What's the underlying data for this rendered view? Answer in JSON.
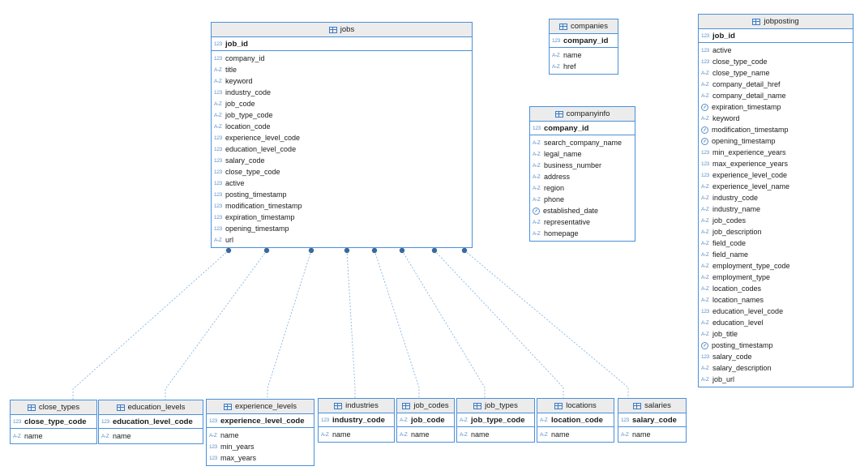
{
  "tables": [
    {
      "id": "jobs",
      "name": "jobs",
      "pk": {
        "type": "123",
        "name": "job_id"
      },
      "columns": [
        {
          "type": "123",
          "name": "company_id"
        },
        {
          "type": "A-Z",
          "name": "title"
        },
        {
          "type": "A-Z",
          "name": "keyword"
        },
        {
          "type": "123",
          "name": "industry_code"
        },
        {
          "type": "A-Z",
          "name": "job_code"
        },
        {
          "type": "A-Z",
          "name": "job_type_code"
        },
        {
          "type": "A-Z",
          "name": "location_code"
        },
        {
          "type": "123",
          "name": "experience_level_code"
        },
        {
          "type": "123",
          "name": "education_level_code"
        },
        {
          "type": "123",
          "name": "salary_code"
        },
        {
          "type": "123",
          "name": "close_type_code"
        },
        {
          "type": "123",
          "name": "active"
        },
        {
          "type": "123",
          "name": "posting_timestamp"
        },
        {
          "type": "123",
          "name": "modification_timestamp"
        },
        {
          "type": "123",
          "name": "expiration_timestamp"
        },
        {
          "type": "123",
          "name": "opening_timestamp"
        },
        {
          "type": "A-Z",
          "name": "url"
        }
      ]
    },
    {
      "id": "companies",
      "name": "companies",
      "pk": {
        "type": "123",
        "name": "company_id"
      },
      "columns": [
        {
          "type": "A-Z",
          "name": "name"
        },
        {
          "type": "A-Z",
          "name": "href"
        }
      ]
    },
    {
      "id": "companyinfo",
      "name": "companyinfo",
      "pk": {
        "type": "123",
        "name": "company_id"
      },
      "columns": [
        {
          "type": "A-Z",
          "name": "search_company_name"
        },
        {
          "type": "A-Z",
          "name": "legal_name"
        },
        {
          "type": "A-Z",
          "name": "business_number"
        },
        {
          "type": "A-Z",
          "name": "address"
        },
        {
          "type": "A-Z",
          "name": "region"
        },
        {
          "type": "A-Z",
          "name": "phone"
        },
        {
          "type": "clock",
          "name": "established_date"
        },
        {
          "type": "A-Z",
          "name": "representative"
        },
        {
          "type": "A-Z",
          "name": "homepage"
        }
      ]
    },
    {
      "id": "jobposting",
      "name": "jobposting",
      "pk": {
        "type": "123",
        "name": "job_id"
      },
      "columns": [
        {
          "type": "123",
          "name": "active"
        },
        {
          "type": "123",
          "name": "close_type_code"
        },
        {
          "type": "A-Z",
          "name": "close_type_name"
        },
        {
          "type": "A-Z",
          "name": "company_detail_href"
        },
        {
          "type": "A-Z",
          "name": "company_detail_name"
        },
        {
          "type": "clock",
          "name": "expiration_timestamp"
        },
        {
          "type": "A-Z",
          "name": "keyword"
        },
        {
          "type": "clock",
          "name": "modification_timestamp"
        },
        {
          "type": "clock",
          "name": "opening_timestamp"
        },
        {
          "type": "123",
          "name": "min_experience_years"
        },
        {
          "type": "123",
          "name": "max_experience_years"
        },
        {
          "type": "123",
          "name": "experience_level_code"
        },
        {
          "type": "A-Z",
          "name": "experience_level_name"
        },
        {
          "type": "A-Z",
          "name": "industry_code"
        },
        {
          "type": "A-Z",
          "name": "industry_name"
        },
        {
          "type": "A-Z",
          "name": "job_codes"
        },
        {
          "type": "A-Z",
          "name": "job_description"
        },
        {
          "type": "A-Z",
          "name": "field_code"
        },
        {
          "type": "A-Z",
          "name": "field_name"
        },
        {
          "type": "A-Z",
          "name": "employment_type_code"
        },
        {
          "type": "A-Z",
          "name": "employment_type"
        },
        {
          "type": "A-Z",
          "name": "location_codes"
        },
        {
          "type": "A-Z",
          "name": "location_names"
        },
        {
          "type": "123",
          "name": "education_level_code"
        },
        {
          "type": "A-Z",
          "name": "education_level"
        },
        {
          "type": "A-Z",
          "name": "job_title"
        },
        {
          "type": "clock",
          "name": "posting_timestamp"
        },
        {
          "type": "123",
          "name": "salary_code"
        },
        {
          "type": "A-Z",
          "name": "salary_description"
        },
        {
          "type": "A-Z",
          "name": "job_url"
        }
      ]
    },
    {
      "id": "close_types",
      "name": "close_types",
      "pk": {
        "type": "123",
        "name": "close_type_code"
      },
      "columns": [
        {
          "type": "A-Z",
          "name": "name"
        }
      ]
    },
    {
      "id": "education_levels",
      "name": "education_levels",
      "pk": {
        "type": "123",
        "name": "education_level_code"
      },
      "columns": [
        {
          "type": "A-Z",
          "name": "name"
        }
      ]
    },
    {
      "id": "experience_levels",
      "name": "experience_levels",
      "pk": {
        "type": "123",
        "name": "experience_level_code"
      },
      "columns": [
        {
          "type": "A-Z",
          "name": "name"
        },
        {
          "type": "123",
          "name": "min_years"
        },
        {
          "type": "123",
          "name": "max_years"
        }
      ]
    },
    {
      "id": "industries",
      "name": "industries",
      "pk": {
        "type": "123",
        "name": "industry_code"
      },
      "columns": [
        {
          "type": "A-Z",
          "name": "name"
        }
      ]
    },
    {
      "id": "job_codes",
      "name": "job_codes",
      "pk": {
        "type": "A-Z",
        "name": "job_code"
      },
      "columns": [
        {
          "type": "A-Z",
          "name": "name"
        }
      ]
    },
    {
      "id": "job_types",
      "name": "job_types",
      "pk": {
        "type": "A-Z",
        "name": "job_type_code"
      },
      "columns": [
        {
          "type": "A-Z",
          "name": "name"
        }
      ]
    },
    {
      "id": "locations",
      "name": "locations",
      "pk": {
        "type": "A-Z",
        "name": "location_code"
      },
      "columns": [
        {
          "type": "A-Z",
          "name": "name"
        }
      ]
    },
    {
      "id": "salaries",
      "name": "salaries",
      "pk": {
        "type": "123",
        "name": "salary_code"
      },
      "columns": [
        {
          "type": "A-Z",
          "name": "name"
        }
      ]
    }
  ],
  "relationships": [
    {
      "from": "jobs",
      "to": "close_types"
    },
    {
      "from": "jobs",
      "to": "education_levels"
    },
    {
      "from": "jobs",
      "to": "experience_levels"
    },
    {
      "from": "jobs",
      "to": "industries"
    },
    {
      "from": "jobs",
      "to": "job_codes"
    },
    {
      "from": "jobs",
      "to": "job_types"
    },
    {
      "from": "jobs",
      "to": "locations"
    },
    {
      "from": "jobs",
      "to": "salaries"
    }
  ],
  "colors": {
    "border": "#4a90d9",
    "header_bg": "#ececec",
    "connector": "#7aaee0",
    "connector_dot": "#3a6a9c"
  }
}
